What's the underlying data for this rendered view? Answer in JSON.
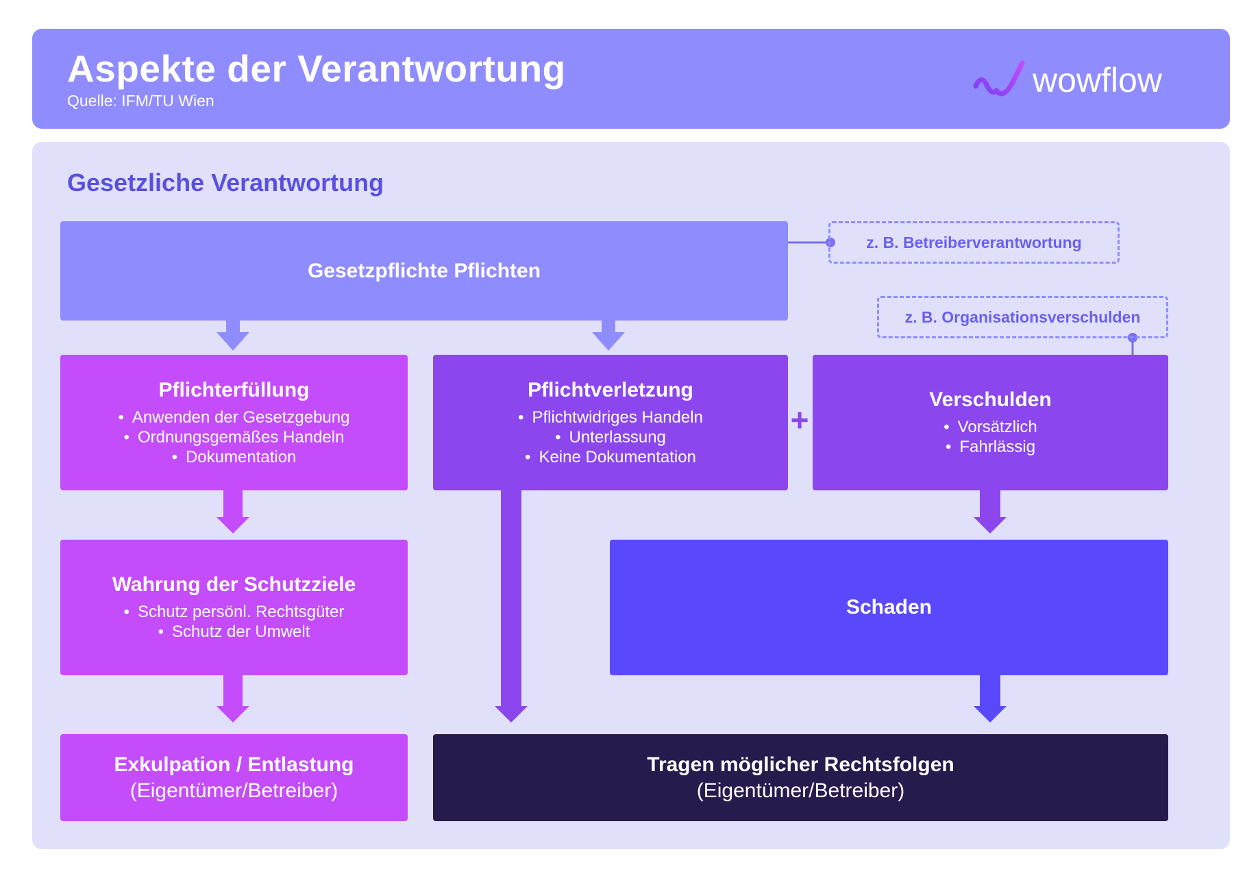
{
  "header": {
    "title": "Aspekte der Verantwortung",
    "source": "Quelle: IFM/TU Wien",
    "logo_text": "wowflow"
  },
  "section": {
    "title": "Gesetzliche Verantwortung"
  },
  "colors": {
    "header_bg": "#8f8cff",
    "panel_bg": "#e1e0fb",
    "pflichten": "#8f8cff",
    "magenta": "#c44cfb",
    "violet": "#8b46ee",
    "schaden": "#5a49fc",
    "dark": "#261b4d",
    "section_title": "#5a4fe0"
  },
  "diagram": {
    "pflichten": {
      "title": "Gesetzpflichte Pflichten"
    },
    "note_betreiber": "z. B. Betreiberverantwortung",
    "note_organisation": "z. B. Organisationsverschulden",
    "pflichterfuellung": {
      "title": "Pflichterfüllung",
      "items": [
        "Anwenden der Gesetzgebung",
        "Ordnungsgemäßes Handeln",
        "Dokumentation"
      ]
    },
    "pflichtverletzung": {
      "title": "Pflichtverletzung",
      "items": [
        "Pflichtwidriges Handeln",
        "Unterlassung",
        "Keine Dokumentation"
      ]
    },
    "plus": "+",
    "verschulden": {
      "title": "Verschulden",
      "items": [
        "Vorsätzlich",
        "Fahrlässig"
      ]
    },
    "wahrung": {
      "title": "Wahrung der Schutzziele",
      "items": [
        "Schutz persönl. Rechtsgüter",
        "Schutz der Umwelt"
      ]
    },
    "schaden": {
      "title": "Schaden"
    },
    "exkulpation": {
      "title": "Exkulpation / Entlastung",
      "subtitle": "(Eigentümer/Betreiber)"
    },
    "rechtsfolgen": {
      "title": "Tragen möglicher Rechtsfolgen",
      "subtitle": "(Eigentümer/Betreiber)"
    }
  }
}
